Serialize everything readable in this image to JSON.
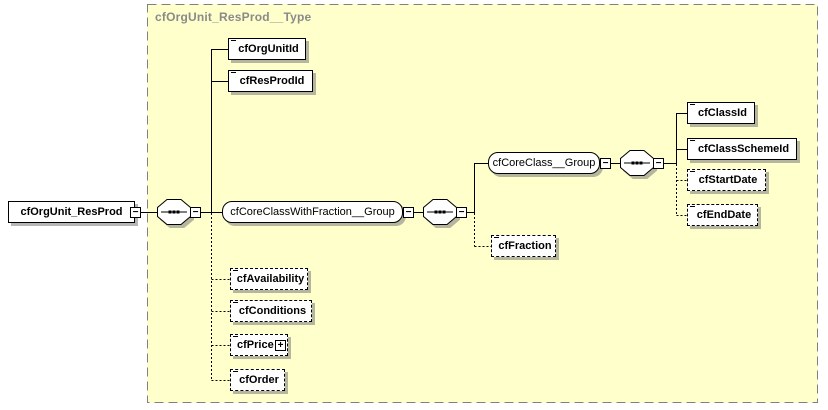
{
  "panel": {
    "title": "cfOrgUnit_ResProd__Type"
  },
  "root_element": {
    "label": "cfOrgUnit_ResProd"
  },
  "groups": {
    "cfCoreClassWithFraction": {
      "label": "cfCoreClassWithFraction__Group"
    },
    "cfCoreClass": {
      "label": "cfCoreClass__Group"
    }
  },
  "elements": {
    "cfOrgUnitId": {
      "label": "cfOrgUnitId",
      "required": true
    },
    "cfResProdId": {
      "label": "cfResProdId",
      "required": true
    },
    "cfFraction": {
      "label": "cfFraction",
      "required": false
    },
    "cfClassId": {
      "label": "cfClassId",
      "required": true
    },
    "cfClassSchemeId": {
      "label": "cfClassSchemeId",
      "required": true
    },
    "cfStartDate": {
      "label": "cfStartDate",
      "required": false
    },
    "cfEndDate": {
      "label": "cfEndDate",
      "required": false
    },
    "cfAvailability": {
      "label": "cfAvailability",
      "required": false
    },
    "cfConditions": {
      "label": "cfConditions",
      "required": false
    },
    "cfPrice": {
      "label": "cfPrice",
      "required": false,
      "collapsed": true
    },
    "cfOrder": {
      "label": "cfOrder",
      "required": false
    }
  },
  "icons": {
    "sequence": "sequence-compositor",
    "text_content": "text-lines-icon",
    "collapse_glyph": "−",
    "expand_glyph": "+"
  },
  "colors": {
    "panel_bg": "#FFFFCC",
    "panel_border": "#808080",
    "title_text": "#8A8A8A",
    "box_border": "#000000",
    "shadow": "#7A7A7A"
  }
}
